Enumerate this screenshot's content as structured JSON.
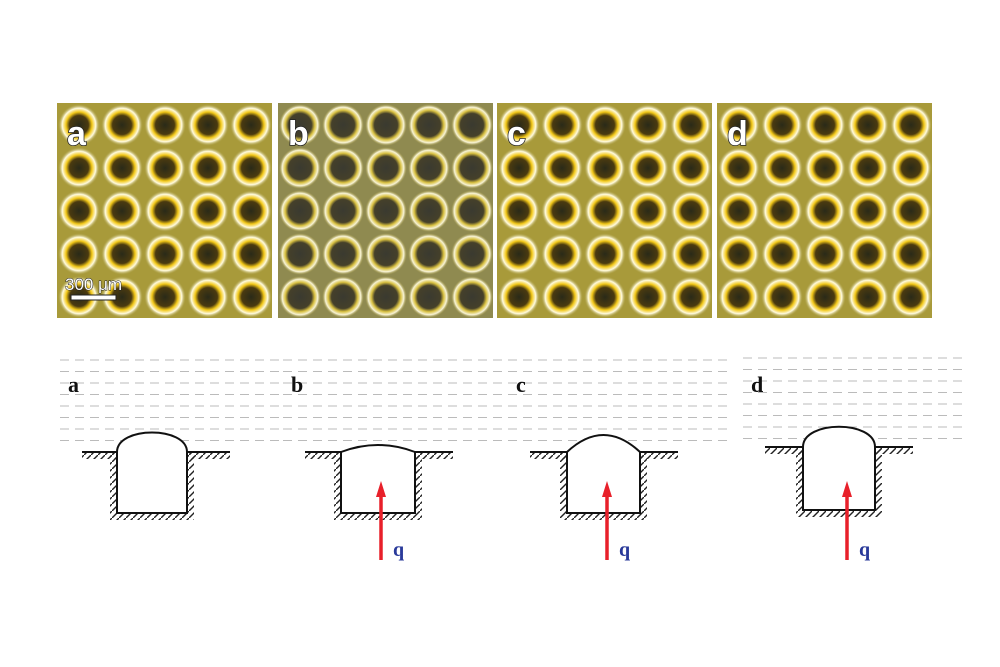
{
  "photo_panels": [
    {
      "label": "a",
      "scale_bar": "300 μm"
    },
    {
      "label": "b"
    },
    {
      "label": "c"
    },
    {
      "label": "d"
    }
  ],
  "schematic_panels": [
    {
      "label": "a",
      "flow_label": null
    },
    {
      "label": "b",
      "flow_label": "q"
    },
    {
      "label": "c",
      "flow_label": "q"
    },
    {
      "label": "d",
      "flow_label": "q"
    }
  ],
  "colors": {
    "arrow": "#e8202a",
    "flow_label": "#2a3a9a",
    "photo_base": "#a89a3a"
  }
}
